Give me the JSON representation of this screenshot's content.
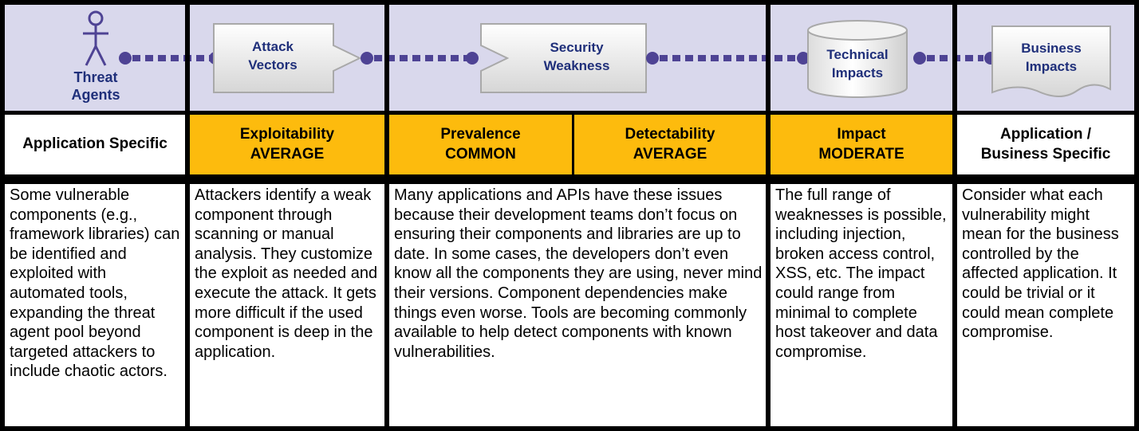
{
  "nodes": {
    "threat_agents": {
      "line1": "Threat",
      "line2": "Agents"
    },
    "attack_vectors": {
      "line1": "Attack",
      "line2": "Vectors"
    },
    "security_weakness": {
      "line1": "Security",
      "line2": "Weakness"
    },
    "technical_impacts": {
      "line1": "Technical",
      "line2": "Impacts"
    },
    "business_impacts": {
      "line1": "Business",
      "line2": "Impacts"
    }
  },
  "headers": {
    "application_specific": "Application Specific",
    "exploitability": {
      "line1": "Exploitability",
      "line2": "AVERAGE"
    },
    "prevalence": {
      "line1": "Prevalence",
      "line2": "COMMON"
    },
    "detectability": {
      "line1": "Detectability",
      "line2": "AVERAGE"
    },
    "impact": {
      "line1": "Impact",
      "line2": "MODERATE"
    },
    "business_specific": {
      "line1": "Application /",
      "line2": "Business Specific"
    }
  },
  "descriptions": {
    "threat_agents": "Some vulnerable components (e.g., framework libraries) can be identified and exploited with automated tools, expanding the threat agent pool beyond targeted attackers to include chaotic actors.",
    "attack_vectors": "Attackers identify a weak component through scanning or manual analysis. They customize the exploit as needed and execute the attack. It gets more difficult if the used component is deep in the application.",
    "security_weakness": "Many applications and APIs have these issues because their development teams don’t focus on ensuring their components and libraries are up to date. In some cases, the developers don’t even know all the components they are using, never mind their versions. Component dependencies make things even worse. Tools are becoming commonly available to help detect components with known vulnerabilities.",
    "technical_impacts": "The full range of weaknesses is possible, including injection, broken access control, XSS, etc. The impact could range from minimal to complete host takeover and data compromise.",
    "business_impacts": "Consider what each vulnerability might mean for the business controlled by the affected application. It could be trivial or it could mean complete compromise."
  },
  "colors": {
    "band": "#d9d8ec",
    "gold": "#fdbb0d",
    "connector": "#4e4394",
    "node_text": "#1f2f7a"
  },
  "icons": [
    "person-icon",
    "arrow-box-icon",
    "cylinder-icon",
    "document-icon"
  ]
}
